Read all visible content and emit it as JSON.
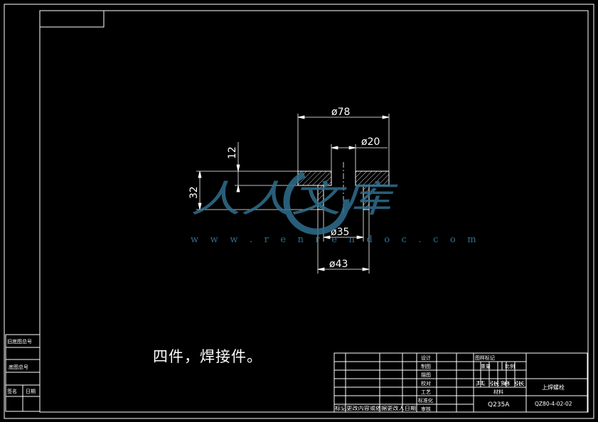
{
  "drawing": {
    "dimensions": {
      "outer_diameter": "ø78",
      "bore_diameter": "ø20",
      "thickness": "12",
      "overall_height": "32",
      "boss_inner_diameter": "ø35",
      "boss_outer_diameter": "ø43"
    },
    "note": "四件，焊接件。"
  },
  "side_strip": {
    "labels": [
      "旧底图总号",
      "底图总号",
      "签名",
      "日期"
    ]
  },
  "title_block": {
    "rev_header": "标记更改内容或依据更改人日期",
    "role_labels": [
      "设计",
      "制图",
      "描图",
      "校对",
      "工艺",
      "标准化",
      "审核"
    ],
    "label_stage_mark": "图样标记",
    "label_weight": "重量",
    "label_scale": "比例",
    "label_sheets": "共   张第   张",
    "label_material": "材料",
    "material": "Q235A",
    "part_name": "上焊螺栓",
    "drawing_number": "QZ80-4-02-02"
  },
  "watermark": {
    "text": "人人文库",
    "url": "w w w . r e n r e n d o c . c o m"
  }
}
